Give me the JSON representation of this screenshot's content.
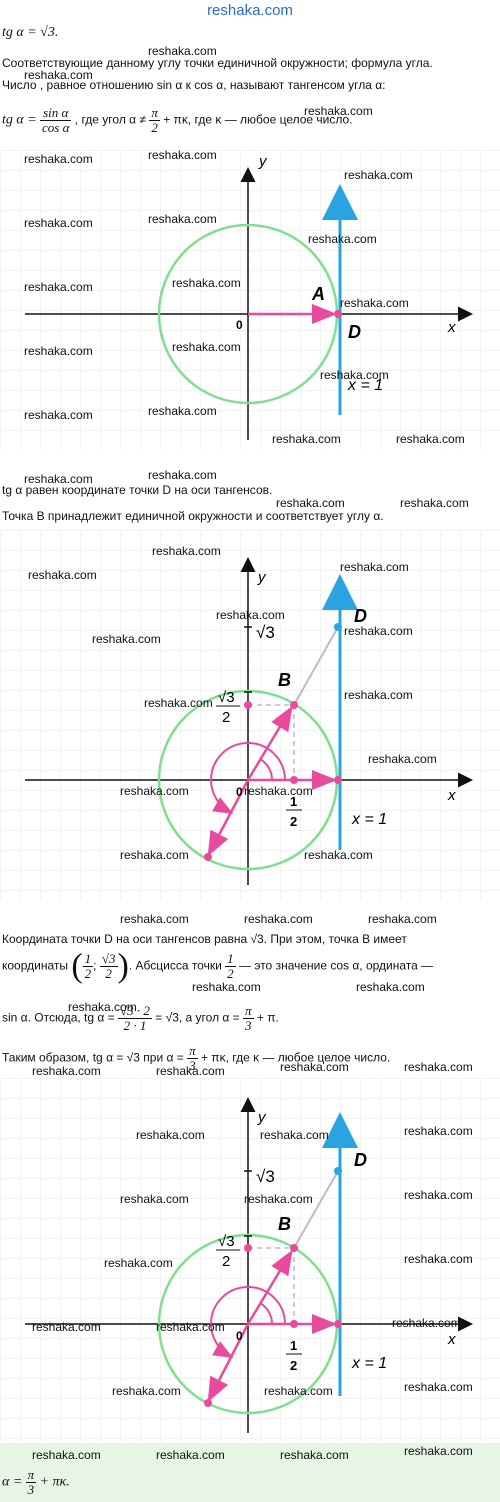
{
  "site": {
    "title": "reshaka.com",
    "watermark": "reshaka.com"
  },
  "intro": {
    "line1": "tg α = √3.",
    "line2": "Соответствующие данному углу точки единичной окружности; формула угла.",
    "line3": "Число , равное отношению sin α к cos α, называют тангенсом угла α:",
    "line4_lhs": "tg α =",
    "line4_num": "sin α",
    "line4_den": "cos α",
    "line4_rest": ", где угол α ≠",
    "line4_pi_num": "π",
    "line4_pi_den": "2",
    "line4_tail": "+ πκ, где κ — любое целое число."
  },
  "figure1": {
    "y_label": "y",
    "x_label": "x",
    "origin": "0",
    "point_a": "A",
    "point_d": "D",
    "line_label": "x = 1"
  },
  "section2": {
    "line1": "tg α равен координате точки D на оси тангенсов.",
    "line2": "Точка B принадлежит единичной окружности и соответствует углу α."
  },
  "figure2": {
    "y_label": "y",
    "x_label": "x",
    "origin": "0",
    "point_b": "B",
    "point_d": "D",
    "sqrt3": "√3",
    "sqrt3_over_2_num": "√3",
    "sqrt3_over_2_den": "2",
    "half_num": "1",
    "half_den": "2",
    "line_label": "x = 1"
  },
  "section3": {
    "line1": "Координата точки D на оси тангенсов равна √3. При этом, точка B имеет",
    "line2_a": "координаты",
    "coord_num1": "1",
    "coord_den1": "2",
    "coord_sep": ";",
    "coord_num2": "√3",
    "coord_den2": "2",
    "line2_b": ". Абсцисса точки",
    "line2_frac_num": "1",
    "line2_frac_den": "2",
    "line2_c": "— это значение cos α, ордината —",
    "line3_a": "sin α. Отсюда, tg α =",
    "line3_num": "√3 · 2",
    "line3_den": "2 · 1",
    "line3_b": "= √3, а угол α =",
    "line3_pi_num": "π",
    "line3_pi_den": "3",
    "line3_c": "+ π.",
    "line4_a": "Таким образом, tg α = √3 при α =",
    "line4_pi_num": "π",
    "line4_pi_den": "3",
    "line4_b": "+ πκ, где κ — любое целое число."
  },
  "figure3": {
    "y_label": "y",
    "x_label": "x",
    "origin": "0",
    "point_b": "B",
    "point_d": "D",
    "sqrt3": "√3",
    "sqrt3_over_2_num": "√3",
    "sqrt3_over_2_den": "2",
    "half_num": "1",
    "half_den": "2",
    "line_label": "x = 1"
  },
  "answer": {
    "lhs": "α =",
    "pi_num": "π",
    "pi_den": "3",
    "rhs": "+ πκ."
  },
  "colors": {
    "circle": "#7ee08e",
    "tangent_axis": "#2aa3e0",
    "vector": "#e84a9e",
    "grid": "#e5e5e5",
    "aux": "#bdbdbd",
    "answer_bg": "#e6f5e4"
  }
}
